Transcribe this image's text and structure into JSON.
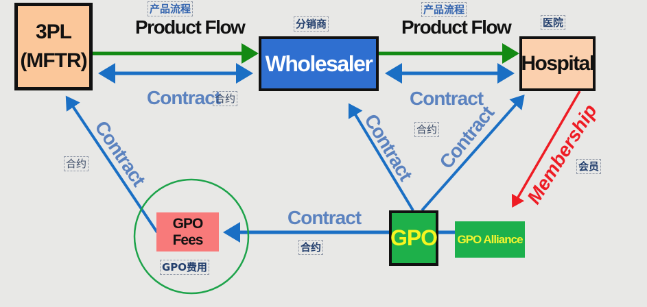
{
  "colors": {
    "product_flow_arrow": "#138a13",
    "contract_arrow": "#1a6fc4",
    "membership_arrow": "#ee1c24",
    "gpo_fees_circle": "#1da34a",
    "background": "#e8e8e6"
  },
  "nodes": {
    "three_pl": {
      "line1": "3PL",
      "line2": "(MFTR)"
    },
    "wholesaler": {
      "label": "Wholesaler",
      "cn": "分销商"
    },
    "hospital": {
      "label": "Hospital",
      "cn": "医院"
    },
    "gpo": {
      "label": "GPO"
    },
    "gpo_alliance": {
      "label": "GPO Alliance"
    },
    "gpo_fees": {
      "label": "GPO Fees",
      "cn": "GPO费用"
    }
  },
  "edges": {
    "product_flow_1": {
      "label": "Product Flow",
      "cn": "产品流程"
    },
    "product_flow_2": {
      "label": "Product Flow",
      "cn": "产品流程"
    },
    "contract_3pl_wholesaler": {
      "label": "Contract",
      "cn": "合约"
    },
    "contract_wholesaler_hospital": {
      "label": "Contract",
      "cn": "合约"
    },
    "contract_fees_3pl": {
      "label": "Contract",
      "cn": "合约"
    },
    "contract_gpo_wholesaler": {
      "label": "Contract"
    },
    "contract_gpo_hospital": {
      "label": "Contract"
    },
    "contract_gpo_fees": {
      "label": "Contract",
      "cn": "合约"
    },
    "membership": {
      "label": "Membership",
      "cn": "会员"
    }
  }
}
